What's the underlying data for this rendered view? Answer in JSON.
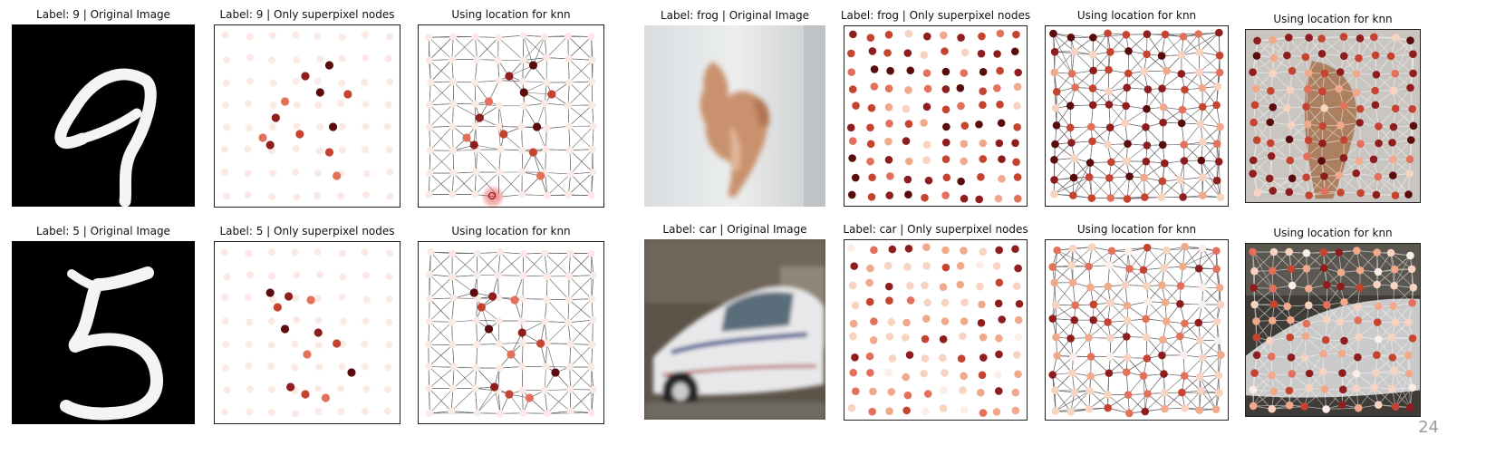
{
  "rows": [
    {
      "panels": [
        {
          "id": "mnist9-original",
          "title": "Label: 9 | Original Image",
          "kind": "mnist-nine",
          "bordered": false
        },
        {
          "id": "mnist9-nodes",
          "title": "Label: 9 | Only superpixel nodes",
          "kind": "nodes-nine",
          "bordered": true
        },
        {
          "id": "mnist9-knn",
          "title": "Using location for knn",
          "kind": "knn-nine",
          "bordered": true
        },
        {
          "id": "frog-original",
          "title": "Label: frog | Original Image",
          "kind": "frog-photo",
          "bordered": false
        },
        {
          "id": "frog-nodes",
          "title": "Label: frog | Only superpixel nodes",
          "kind": "nodes-frog",
          "bordered": true
        },
        {
          "id": "frog-knn",
          "title": "Using location for knn",
          "kind": "knn-frog",
          "bordered": true
        },
        {
          "id": "frog-knn-overlay",
          "title": "Using location for knn",
          "kind": "overlay-frog",
          "bordered": true
        }
      ]
    },
    {
      "panels": [
        {
          "id": "mnist5-original",
          "title": "Label: 5 | Original Image",
          "kind": "mnist-five",
          "bordered": false
        },
        {
          "id": "mnist5-nodes",
          "title": "Label: 5 | Only superpixel nodes",
          "kind": "nodes-five",
          "bordered": true
        },
        {
          "id": "mnist5-knn",
          "title": "Using location for knn",
          "kind": "knn-five",
          "bordered": true
        },
        {
          "id": "car-original",
          "title": "Label: car | Original Image",
          "kind": "car-photo",
          "bordered": false
        },
        {
          "id": "car-nodes",
          "title": "Label: car | Only superpixel nodes",
          "kind": "nodes-car",
          "bordered": true
        },
        {
          "id": "car-knn",
          "title": "Using location for knn",
          "kind": "knn-car",
          "bordered": true
        },
        {
          "id": "car-knn-overlay",
          "title": "Using location for knn",
          "kind": "overlay-car",
          "bordered": true
        }
      ]
    }
  ],
  "page_number": "24",
  "colors": {
    "node_scale": [
      "#fbeee8",
      "#f7d3c0",
      "#f0a98a",
      "#e3705a",
      "#c6432f",
      "#8f1d1d",
      "#5a0b0b"
    ],
    "edge": "#333333",
    "mnist_background": "#000000",
    "mnist_stroke": "#ffffff",
    "cursor_highlight": "#e03030"
  }
}
